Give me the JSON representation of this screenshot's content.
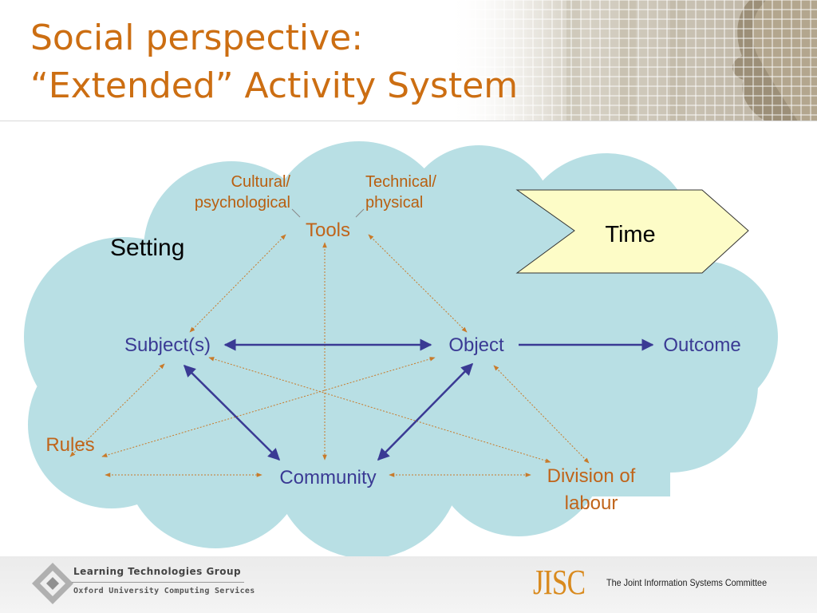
{
  "slide": {
    "title_line1": "Social perspective:",
    "title_line2": "“Extended” Activity System"
  },
  "diagram": {
    "setting": "Setting",
    "time": "Time",
    "tools": "Tools",
    "cultural_line1": "Cultural/",
    "cultural_line2": "psychological",
    "technical_line1": "Technical/",
    "technical_line2": "physical",
    "subject": "Subject(s)",
    "object": "Object",
    "outcome": "Outcome",
    "rules": "Rules",
    "community": "Community",
    "division_line1": "Division of",
    "division_line2": "labour"
  },
  "footer": {
    "ltg_name": "Learning Technologies Group",
    "ltg_sub": "Oxford University Computing Services",
    "jisc_logo": "JISC",
    "jisc_text": "The Joint Information Systems Committee"
  },
  "colors": {
    "title": "#cc6e12",
    "cloud": "#b8dfe4",
    "primary_arrow": "#3a3a94",
    "secondary_arrow": "#c87a2a",
    "time_box": "#fdfcc7"
  }
}
